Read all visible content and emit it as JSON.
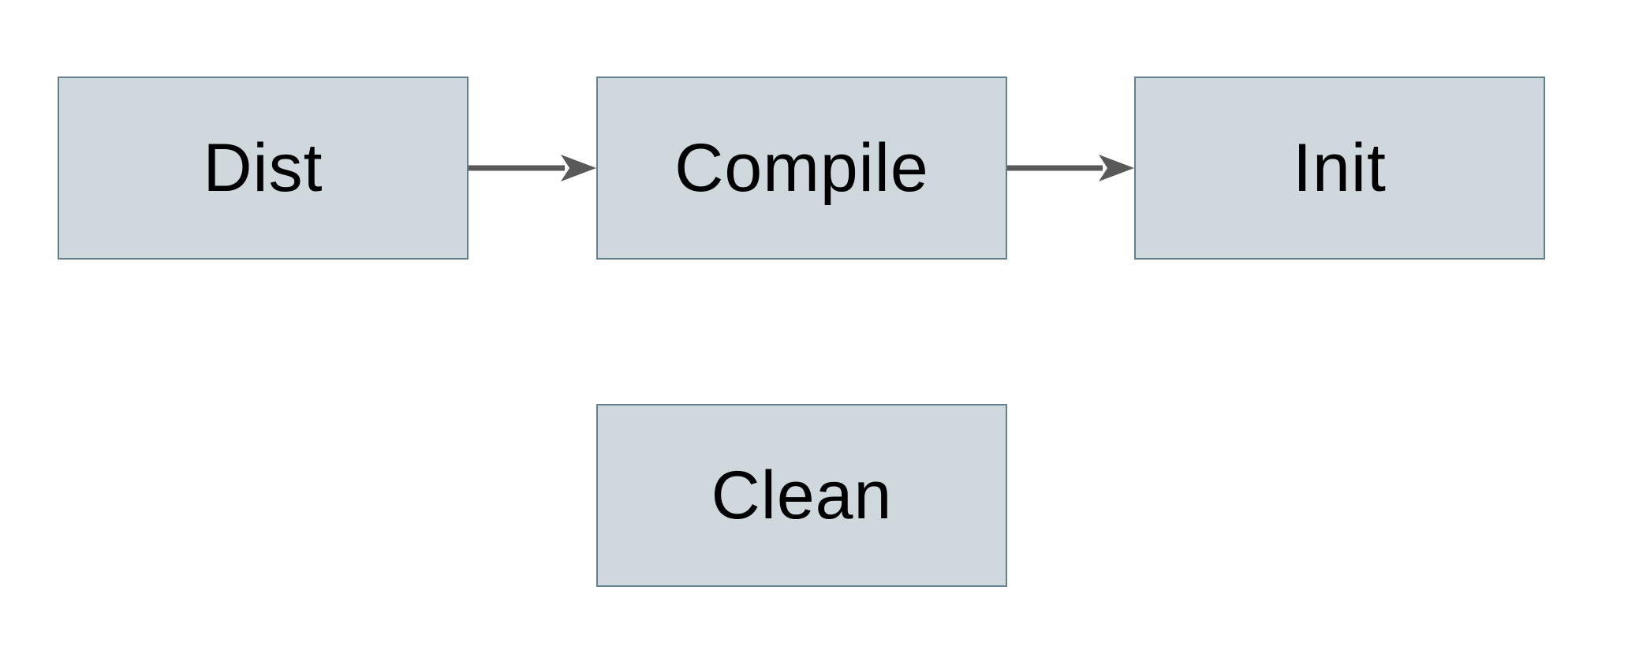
{
  "diagram": {
    "nodes": [
      {
        "id": "dist",
        "label": "Dist"
      },
      {
        "id": "compile",
        "label": "Compile"
      },
      {
        "id": "init",
        "label": "Init"
      },
      {
        "id": "clean",
        "label": "Clean"
      }
    ],
    "edges": [
      {
        "from": "Dist",
        "to": "Compile",
        "direction": "right"
      },
      {
        "from": "Compile",
        "to": "Init",
        "direction": "right"
      }
    ],
    "colors": {
      "background": "#ffffff",
      "node_fill": "#cfd8dc",
      "node_border": "#64808e",
      "node_text": "#000000",
      "arrow": "#595959"
    }
  }
}
